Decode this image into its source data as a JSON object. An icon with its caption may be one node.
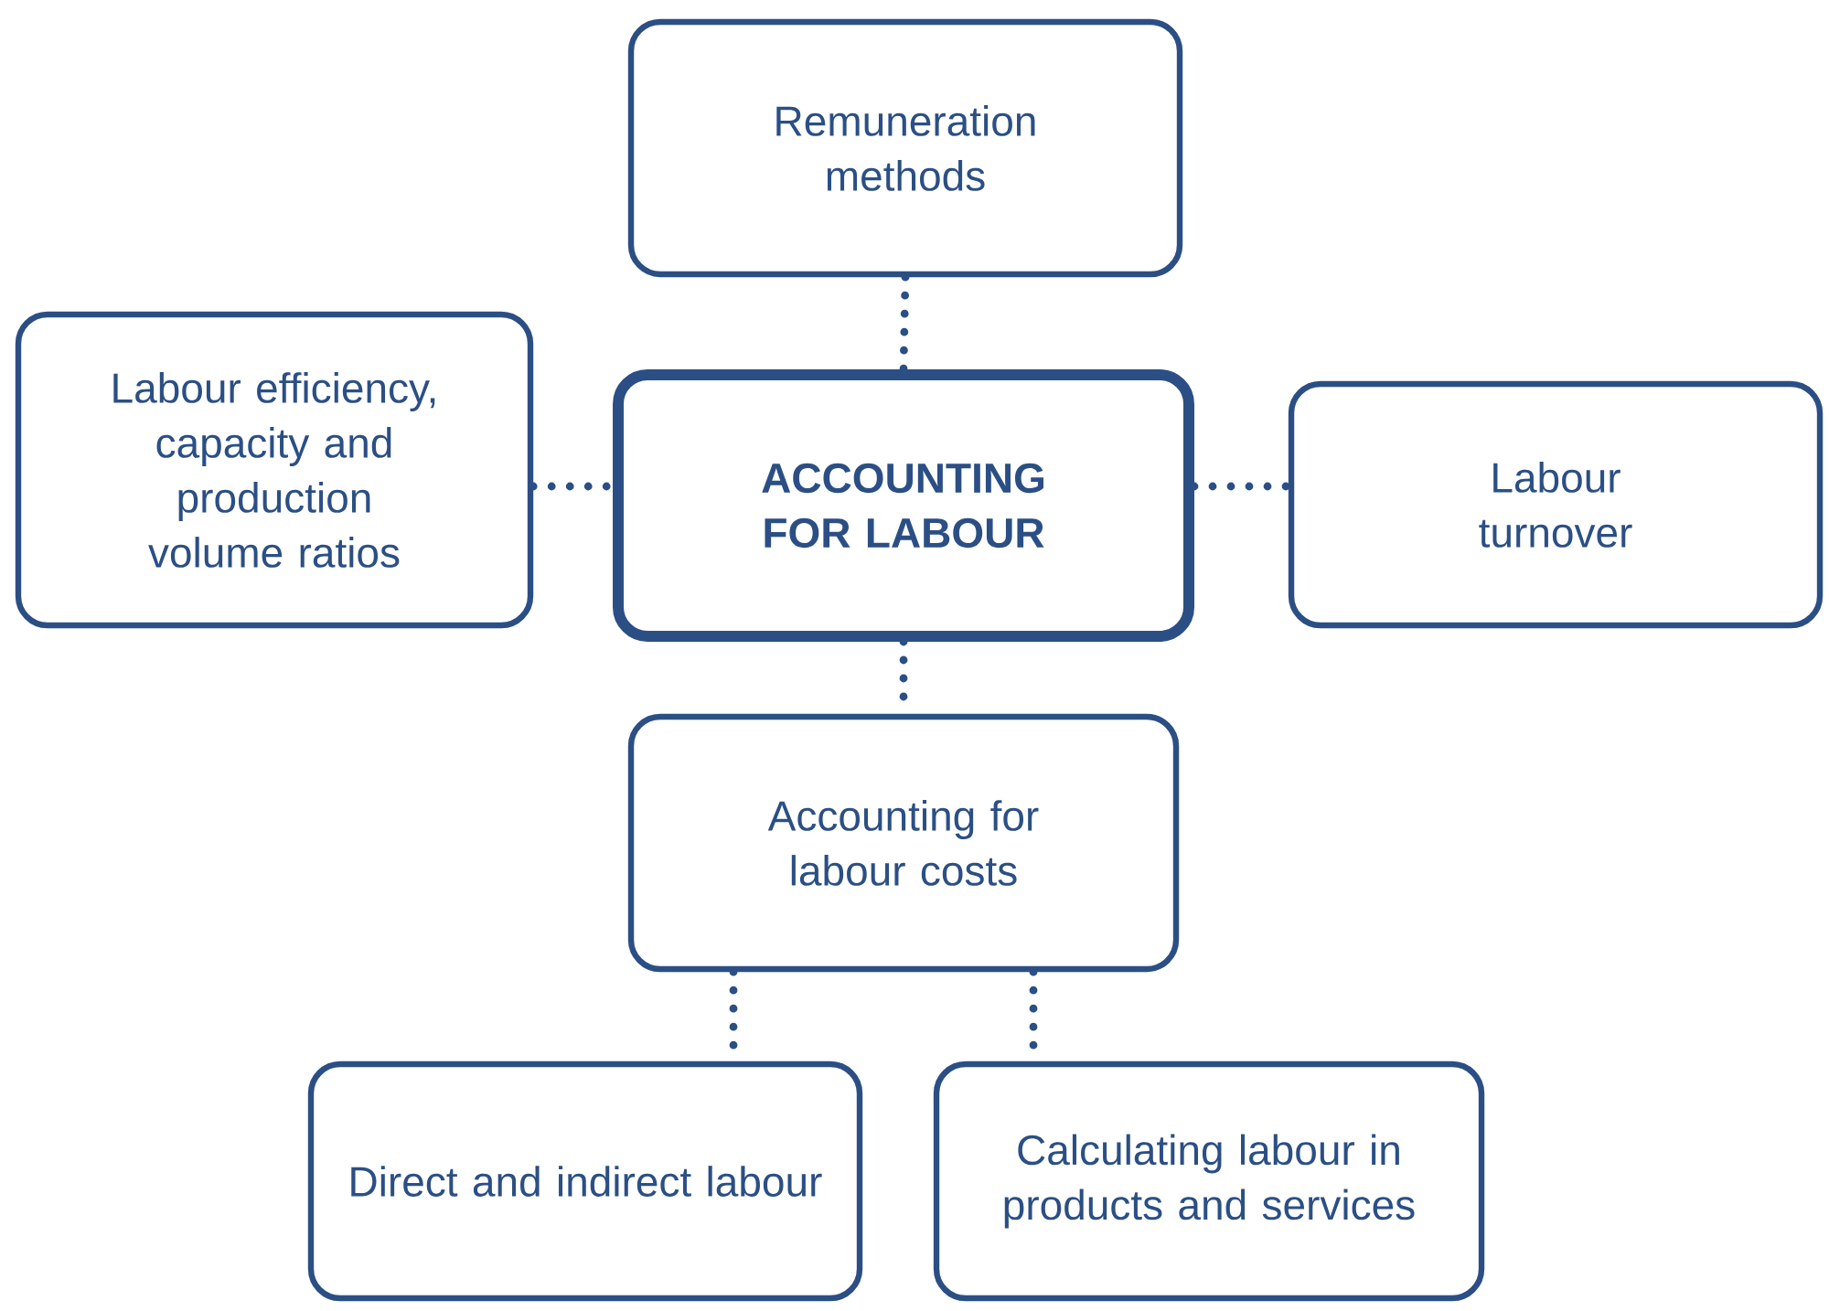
{
  "diagram": {
    "nodes": [
      {
        "text": [
          "Remuneration methods"
        ]
      },
      {
        "text": [
          "Labour efficiency, capacity and production volume ratios"
        ]
      },
      {
        "text": [
          "ACCOUNTING FOR LABOUR"
        ]
      },
      {
        "text": [
          "Labour turnover"
        ]
      },
      {
        "text": [
          "Accounting for labour costs"
        ]
      },
      {
        "text": [
          "Direct and indirect labour"
        ]
      },
      {
        "text": [
          "Calculating labour in products and services"
        ]
      }
    ],
    "edges": [
      {
        "from": 0,
        "to": 2,
        "arrow": "none"
      },
      {
        "from": 1,
        "to": 2,
        "arrow": "none"
      },
      {
        "from": 2,
        "to": 3,
        "arrow": "none"
      },
      {
        "from": 2,
        "to": 4,
        "arrow": "none"
      },
      {
        "from": 4,
        "to": 5,
        "arrow": "none"
      },
      {
        "from": 4,
        "to": 6,
        "arrow": "none"
      }
    ]
  }
}
